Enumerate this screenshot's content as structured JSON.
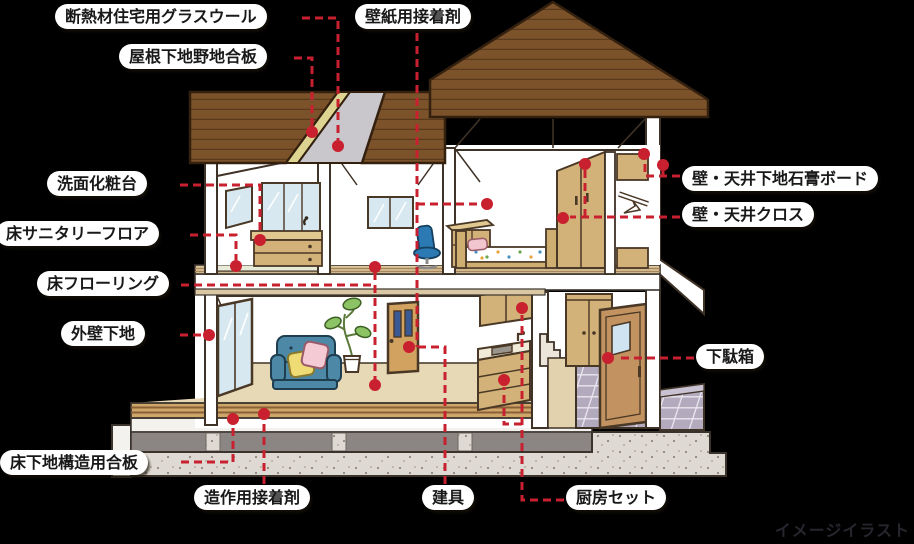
{
  "diagram": {
    "type": "house-cross-section-illustration",
    "labels": [
      {
        "id": "insulation-glass-wool",
        "text": "断熱材住宅用グラスウール"
      },
      {
        "id": "wallpaper-adhesive",
        "text": "壁紙用接着剤"
      },
      {
        "id": "roof-sheathing-plywood",
        "text": "屋根下地野地合板"
      },
      {
        "id": "vanity-unit",
        "text": "洗面化粧台"
      },
      {
        "id": "sanitary-floor",
        "text": "床サニタリーフロア"
      },
      {
        "id": "flooring",
        "text": "床フローリング"
      },
      {
        "id": "exterior-wall-base",
        "text": "外壁下地"
      },
      {
        "id": "gypsum-board",
        "text": "壁・天井下地石膏ボード"
      },
      {
        "id": "wall-ceiling-cloth",
        "text": "壁・天井クロス"
      },
      {
        "id": "shoe-cabinet",
        "text": "下駄箱"
      },
      {
        "id": "subfloor-structural-plywood",
        "text": "床下地構造用合板"
      },
      {
        "id": "joinery-adhesive",
        "text": "造作用接着剤"
      },
      {
        "id": "fittings",
        "text": "建具"
      },
      {
        "id": "kitchen-set",
        "text": "厨房セット"
      }
    ],
    "watermark": "イメージイラスト",
    "colors": {
      "leader_red": "#c9202f",
      "roof_brown": "#7b5229",
      "roof_stripe": "#5a3a1c",
      "sheathing_cream": "#ddd491",
      "insulation_gray": "#c9c6cc",
      "wood_tan": "#d2b278",
      "wall_white": "#ffffff",
      "glass_blue": "#d8e8f0",
      "sofa_blue": "#4d89a6",
      "tile_purple": "#b3aabd",
      "concrete_gray": "#dedad3",
      "foundation_dark": "#8b8583"
    }
  }
}
